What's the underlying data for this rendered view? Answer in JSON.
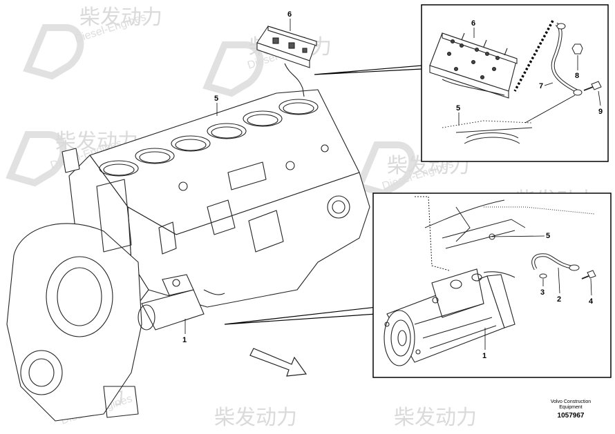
{
  "watermark": {
    "brand_cn": "柴发动力",
    "brand_en": "Diesel-Engines"
  },
  "callouts": {
    "main_block": "5",
    "main_ecu": "6",
    "main_starter": "1",
    "inset_top_ecu": "6",
    "inset_top_cable": "7",
    "inset_top_nut": "8",
    "inset_top_bolt": "9",
    "inset_top_block": "5",
    "inset_bottom_block": "5",
    "inset_bottom_cable": "2",
    "inset_bottom_washer": "3",
    "inset_bottom_bolt": "4",
    "inset_bottom_starter": "1"
  },
  "credit": {
    "line1": "Volvo Construction",
    "line2": "Equipment",
    "part_number": "1057967"
  }
}
